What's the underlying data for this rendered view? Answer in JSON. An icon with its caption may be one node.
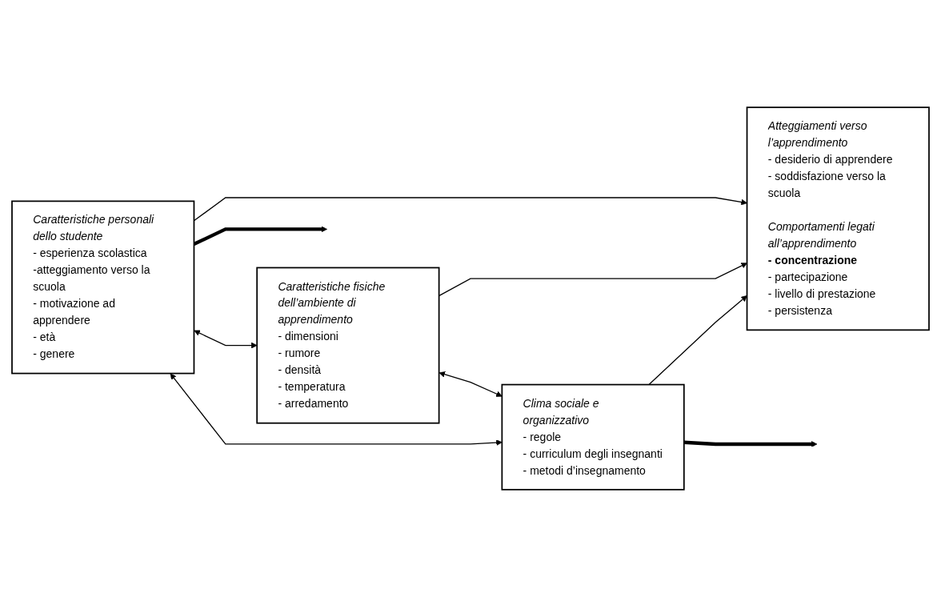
{
  "diagram": {
    "nodes": [
      {
        "text": [
          "Caratteristiche personali dello studente",
          "- esperienza scolastica",
          "-atteggiamento verso la scuola",
          "- motivazione ad apprendere",
          "- età",
          "- genere"
        ]
      },
      {
        "text": [
          "Caratteristiche fisiche dell’ambiente di apprendimento",
          "- dimensioni",
          "- rumore",
          "- densità",
          "- temperatura",
          "- arredamento"
        ]
      },
      {
        "text": [
          "Clima sociale e organizzativo",
          "- regole",
          "- curriculum degli insegnanti",
          "- metodi d’insegnamento"
        ]
      },
      {
        "text": [
          "Atteggiamenti verso l’apprendimento",
          "- desiderio di apprendere",
          "- soddisfazione verso la scuola",
          "Comportamenti legati all’apprendimento",
          "- concentrazione",
          "- partecipazione",
          "- livello di prestazione",
          "- persistenza"
        ]
      }
    ],
    "edges": [
      {
        "from": 0,
        "to": 3,
        "arrow": "to"
      },
      {
        "from": 1,
        "to": 3,
        "arrow": "to"
      },
      {
        "from": 2,
        "to": 3,
        "arrow": "to"
      },
      {
        "from": 0,
        "to": 1,
        "arrow": "both"
      },
      {
        "from": 1,
        "to": 2,
        "arrow": "both"
      },
      {
        "from": 0,
        "to": 2,
        "arrow": "both"
      },
      {
        "from": 0,
        "to": null,
        "arrow": "to",
        "style": "thick"
      },
      {
        "from": 2,
        "to": null,
        "arrow": "to",
        "style": "thick"
      }
    ]
  }
}
